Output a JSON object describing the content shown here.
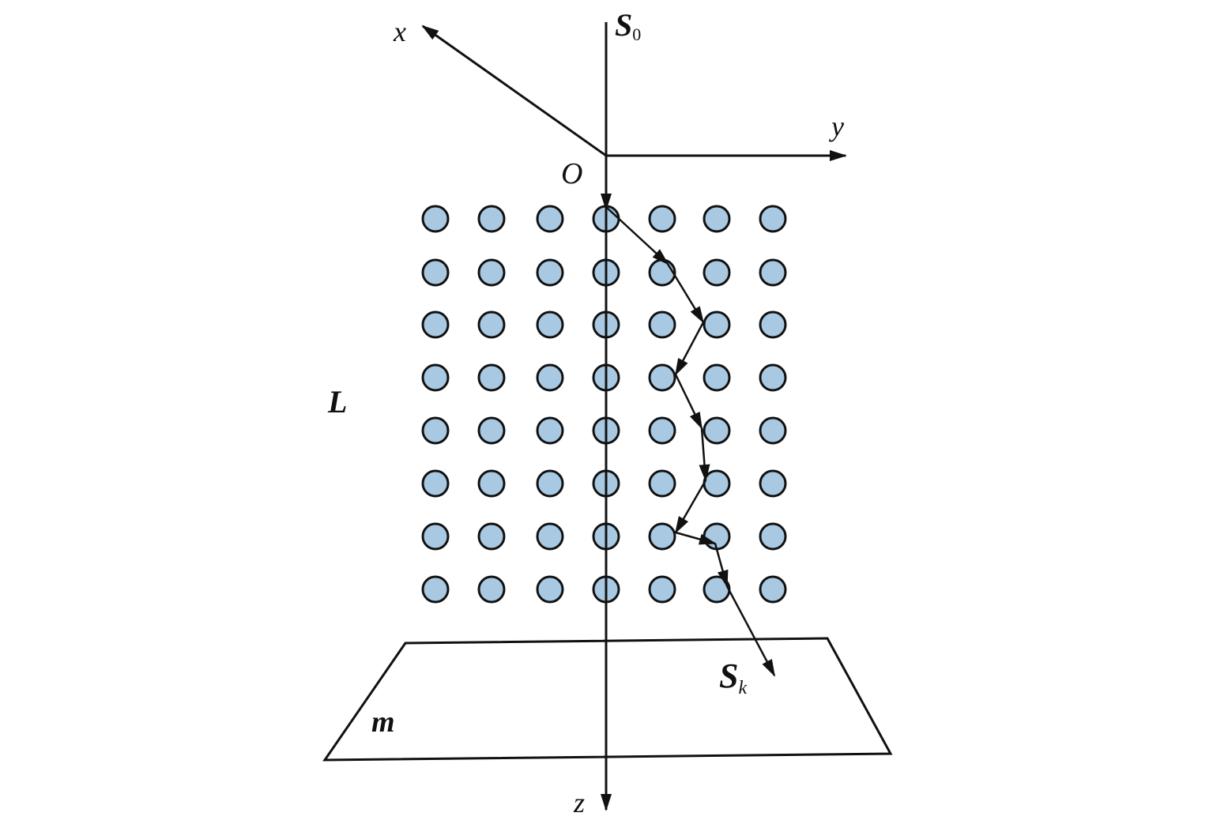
{
  "labels": {
    "x_axis": "x",
    "y_axis": "y",
    "z_axis": "z",
    "origin": "O",
    "source_main": "S",
    "source_sub": "0",
    "scatter_main": "S",
    "scatter_sub": "k",
    "layer": "L",
    "plane": "m"
  },
  "grid": {
    "columns": 7,
    "rows": 8
  },
  "colors": {
    "particle_fill": "#a9c9e2",
    "stroke": "#111111"
  }
}
